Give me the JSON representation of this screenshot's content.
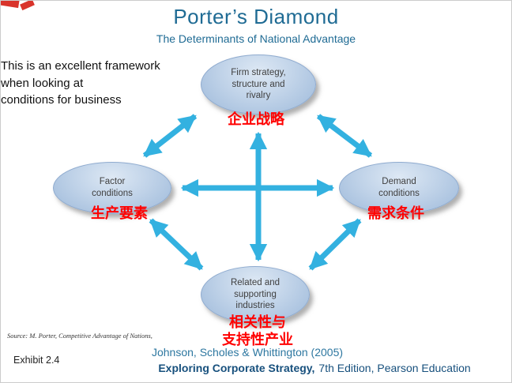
{
  "slide": {
    "title": "Porter’s Diamond",
    "subtitle": "The Determinants of National Advantage",
    "intro_lines": [
      "This is an excellent framework",
      "when looking at",
      "conditions for business"
    ],
    "source_text": "Source: M. Porter, Competitive Advantage of Nations,",
    "exhibit_label": "Exhibit 2.4",
    "credit_line1": "Johnson, Scholes & Whittington (2005)",
    "credit_line2_bold": "Exploring Corporate Strategy,",
    "credit_line2_rest": "7th Edition, Pearson Education"
  },
  "nodes": {
    "top": {
      "label": "Firm strategy, structure and rivalry",
      "cn": "企业战略"
    },
    "left": {
      "label": "Factor conditions",
      "cn": "生产要素"
    },
    "right": {
      "label": "Demand conditions",
      "cn": "需求条件"
    },
    "bottom": {
      "label": "Related and supporting industries",
      "cn_line1": "相关性与",
      "cn_line2": "支持性产业"
    }
  },
  "colors": {
    "title_blue": "#1f6b94",
    "credit_navy": "#17507d",
    "arrow_cyan": "#33b1e0",
    "label_red": "#ff0000",
    "node_fill": "#bfd2e8",
    "corner_red": "#d9342b"
  }
}
